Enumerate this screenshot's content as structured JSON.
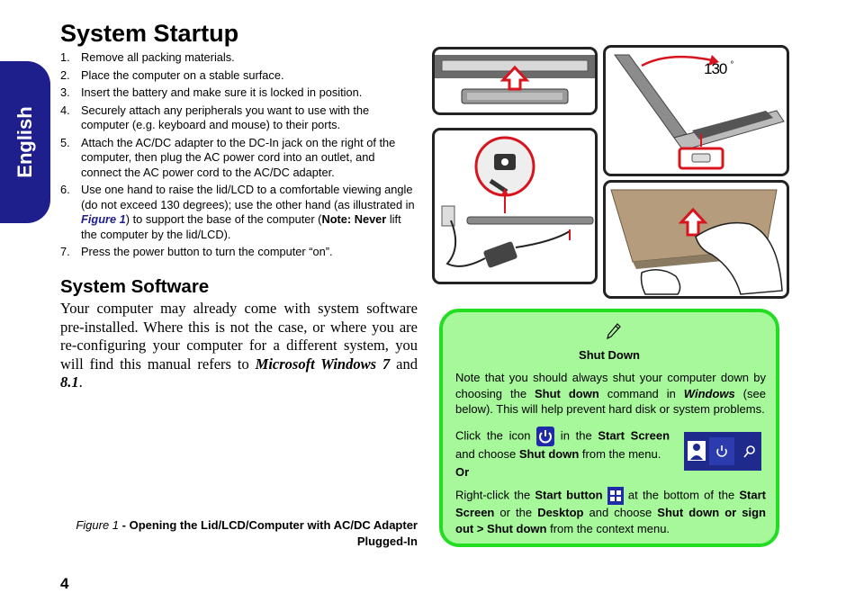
{
  "side_tab": "English",
  "title": "System Startup",
  "steps": [
    {
      "num": "1.",
      "text": "Remove all packing materials."
    },
    {
      "num": "2.",
      "text": "Place the computer on a stable surface."
    },
    {
      "num": "3.",
      "text": "Insert the battery and make sure it is locked in position."
    },
    {
      "num": "4.",
      "text": "Securely attach any peripherals you want to use with the computer (e.g. keyboard and mouse) to their ports."
    },
    {
      "num": "5.",
      "text": "Attach the AC/DC adapter to the DC-In jack on the right of the computer, then plug the AC power cord into an outlet, and connect the AC power cord to the AC/DC adapter."
    },
    {
      "num": "6.",
      "text_a": "Use one hand to raise the lid/LCD to a comfortable viewing angle (do not exceed 130 degrees); use the other hand (as illustrated in ",
      "figref": "Figure 1",
      "text_b": ") to support the base of the computer (",
      "note_bold": "Note: Never",
      "text_c": " lift the computer by the lid/LCD)."
    },
    {
      "num": "7.",
      "text": "Press the power button to turn the computer “on”."
    }
  ],
  "software": {
    "heading": "System Software",
    "text_a": "Your computer may already come with system software pre-installed. Where this is not the case, or where you are re-configuring your computer for a different system, you will find this manual refers to ",
    "bold_a": "Microsoft Windows 7",
    "text_b": " and ",
    "bold_b": "8.1",
    "text_c": "."
  },
  "caption": {
    "fig": "Figure 1",
    "rest": " - Opening the Lid/LCD/Computer with AC/DC Adapter Plugged-In"
  },
  "page_number": "4",
  "angle_label": "130",
  "angle_degree": "°",
  "note": {
    "title": "Shut Down",
    "p1_a": "Note that you should always shut your computer down by choosing the ",
    "p1_b": "Shut down",
    "p1_c": " command in ",
    "p1_d": "Windows",
    "p1_e": " (see below). This will help prevent hard disk or system problems.",
    "p2_a": "Click the icon ",
    "p2_b": " in the ",
    "p2_c": "Start Screen",
    "p2_d": " and choose ",
    "p2_e": "Shut down",
    "p2_f": " from the menu.",
    "or": "Or",
    "p3_a": "Right-click the ",
    "p3_b": "Start button",
    "p3_c": " at the bottom of the ",
    "p3_d": "Start Screen",
    "p3_e": " or the ",
    "p3_f": "Desktop",
    "p3_g": " and choose ",
    "p3_h": "Shut down or sign out > Shut down",
    "p3_i": " from the context menu."
  },
  "colors": {
    "tab": "#1e1e8c",
    "note_bg": "#a6f89a",
    "note_border": "#22dd22",
    "arrow_red": "#d8141e"
  }
}
